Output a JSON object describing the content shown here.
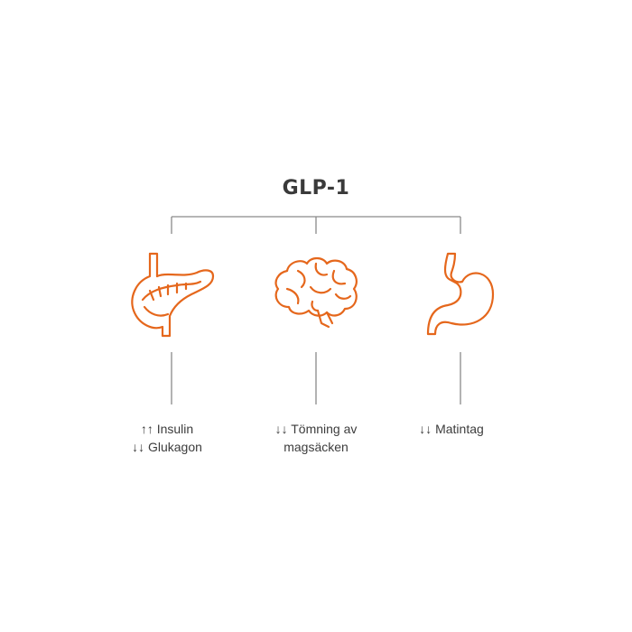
{
  "title": "GLP-1",
  "colors": {
    "accent": "#e5671c",
    "connector": "#8a8a8a",
    "text": "#3c3c3c"
  },
  "branches": [
    {
      "icon": "pancreas-icon",
      "lines": [
        "↑↑ Insulin",
        "↓↓ Glukagon"
      ]
    },
    {
      "icon": "brain-icon",
      "lines": [
        "↓↓ Tömning av",
        "magsäcken"
      ]
    },
    {
      "icon": "stomach-icon",
      "lines": [
        "↓↓ Matintag"
      ]
    }
  ]
}
